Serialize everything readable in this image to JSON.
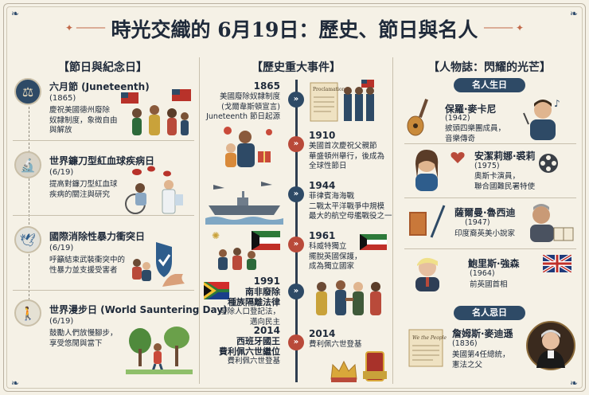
{
  "title": "時光交織的 6月19日：歷史、節日與名人",
  "columns": {
    "festivals": "【節日與紀念日】",
    "history": "【歷史重大事件】",
    "people": "【人物誌：閃耀的光芒】"
  },
  "festivals": [
    {
      "title": "六月節 (Juneteenth)",
      "date": "(1865)",
      "desc": [
        "慶祝美國德州廢除",
        "奴隸制度，象徵自由",
        "與解放"
      ]
    },
    {
      "title": "世界鐮刀型紅血球疾病日",
      "date": "(6/19)",
      "desc": [
        "提高對鐮刀型紅血球",
        "疾病的關注與研究"
      ]
    },
    {
      "title": "國際消除性暴力衝突日",
      "date": "(6/19)",
      "desc": [
        "呼籲結束武裝衝突中的",
        "性暴力並支援受害者"
      ]
    },
    {
      "title": "世界漫步日 (World Sauntering Day)",
      "date": "(6/19)",
      "desc": [
        "鼓勵人們放慢腳步，",
        "享受悠閒與當下"
      ]
    }
  ],
  "events": [
    {
      "year": "1865",
      "lines": [
        "美國廢除奴隸制度",
        "(戈爾韋斯頓宣言)",
        "Juneteenth 節日起源"
      ]
    },
    {
      "year": "1910",
      "lines": [
        "美國首次慶祝父親節",
        "華盛頓州舉行，後成為",
        "全球性節日"
      ]
    },
    {
      "year": "1944",
      "lines": [
        "菲律賓海海戰",
        "二戰太平洋戰爭中規模",
        "最大的航空母艦戰役之一"
      ]
    },
    {
      "year": "1961",
      "lines": [
        "科威特獨立",
        "擺脫英國保護，",
        "成為獨立國家"
      ]
    },
    {
      "year": "1991",
      "lines": [
        "南非廢除",
        "種族隔離法律",
        "廢除人口登記法，",
        "邁向民主"
      ]
    },
    {
      "year": "2014",
      "lines": [
        "西班牙國王",
        "費利佩六世繼位",
        "費利佩六世登基"
      ]
    },
    {
      "year": "2014",
      "lines": [
        "費利佩六世登基"
      ]
    }
  ],
  "people": {
    "births_label": "名人生日",
    "deaths_label": "名人忌日",
    "births": [
      {
        "name": "保羅·麥卡尼",
        "year": "(1942)",
        "desc": [
          "披頭四樂團成員，",
          "音樂傳奇"
        ]
      },
      {
        "name": "安潔莉娜·裘莉",
        "year": "(1975)",
        "desc": [
          "奧斯卡演員，",
          "聯合國難民署特使"
        ]
      },
      {
        "name": "薩爾曼·魯西迪",
        "year": "(1947)",
        "desc": [
          "印度裔英美小說家"
        ]
      },
      {
        "name": "鮑里斯·強森",
        "year": "(1964)",
        "desc": [
          "前英國首相"
        ]
      }
    ],
    "deaths": [
      {
        "name": "詹姆斯·麥迪遜",
        "year": "(1836)",
        "desc": [
          "美國第4任總統，",
          "憲法之父"
        ]
      }
    ]
  },
  "illustration_labels": {
    "proclamation": "Proclamation",
    "we_the_people": "We the People"
  },
  "colors": {
    "navy": "#2e4a66",
    "red": "#b94a3a",
    "background": "#f5f1e6"
  }
}
